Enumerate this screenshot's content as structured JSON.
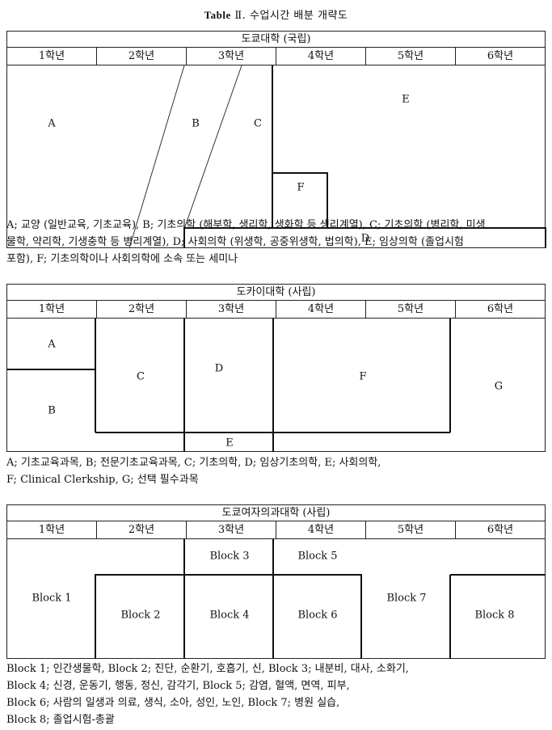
{
  "title": {
    "bold": "Table",
    "rest": "Ⅱ. 수업시간 배분 개략도"
  },
  "tables": [
    {
      "header": "도쿄대학 (국립)",
      "years": [
        "1학년",
        "2학년",
        "3학년",
        "4학년",
        "5학년",
        "6학년"
      ],
      "labels": {
        "A": "A",
        "B": "B",
        "C": "C",
        "D": "D",
        "E": "E",
        "F": "F"
      },
      "caption": [
        "A; 교양 (일반교육, 기초교육), B; 기초의학 (해부학, 생리학, 생화학 등 생리계열), C; 기초의학 (병리학, 미생",
        "물학, 약리학, 기생충학 등 병리계열), D; 사회의학 (위생학, 공중위생학, 법의학), E; 임상의학 (졸업시험",
        "포함), F; 기초의학이나 사회의학에 소속 또는 세미나"
      ]
    },
    {
      "header": "도카이대학 (사립)",
      "years": [
        "1학년",
        "2학년",
        "3학년",
        "4학년",
        "5학년",
        "6학년"
      ],
      "labels": {
        "A": "A",
        "B": "B",
        "C": "C",
        "D": "D",
        "E": "E",
        "F": "F",
        "G": "G"
      },
      "caption": [
        "A; 기초교육과목, B; 전문기초교육과목, C; 기초의학, D; 임상기초의학, E; 사회의학,",
        "F; Clinical Clerkship, G; 선택 필수과목"
      ]
    },
    {
      "header": "도쿄여자의과대학 (사립)",
      "years": [
        "1학년",
        "2학년",
        "3학년",
        "4학년",
        "5학년",
        "6학년"
      ],
      "labels": {
        "b1": "Block 1",
        "b2": "Block 2",
        "b3": "Block 3",
        "b4": "Block 4",
        "b5": "Block 5",
        "b6": "Block 6",
        "b7": "Block 7",
        "b8": "Block 8"
      },
      "caption": [
        "Block 1; 인간생물학, Block 2; 진단, 순환기, 호흡기, 신, Block 3; 내분비, 대사, 소화기,",
        "Block 4; 신경, 운동기, 행동, 정신, 감각기, Block 5; 감염, 혈액, 면역, 피부,",
        "Block 6; 사람의 일생과 의료, 생식, 소아, 성인, 노인, Block 7; 병원 실습,",
        "Block 8; 졸업시험-총괄"
      ]
    }
  ]
}
